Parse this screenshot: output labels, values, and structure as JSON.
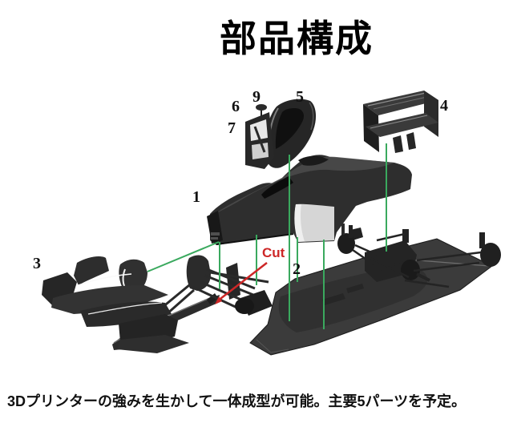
{
  "page": {
    "title": "部品構成",
    "caption": "3Dプリンターの強みを生かして一体成型が可能。主要5パーツを予定。"
  },
  "diagram": {
    "cut_label": "Cut",
    "part_labels": [
      {
        "text": "1"
      },
      {
        "text": "2"
      },
      {
        "text": "3"
      },
      {
        "text": "4"
      },
      {
        "text": "5"
      },
      {
        "text": "6"
      },
      {
        "text": "7"
      },
      {
        "text": "9"
      }
    ],
    "colors": {
      "connector_green": "#3aa95e",
      "cut_red": "#cd2727",
      "body_dark": "#2e2e2e",
      "floor_gray": "#3b3b3b",
      "highlight_white": "#d6d6d6"
    }
  }
}
